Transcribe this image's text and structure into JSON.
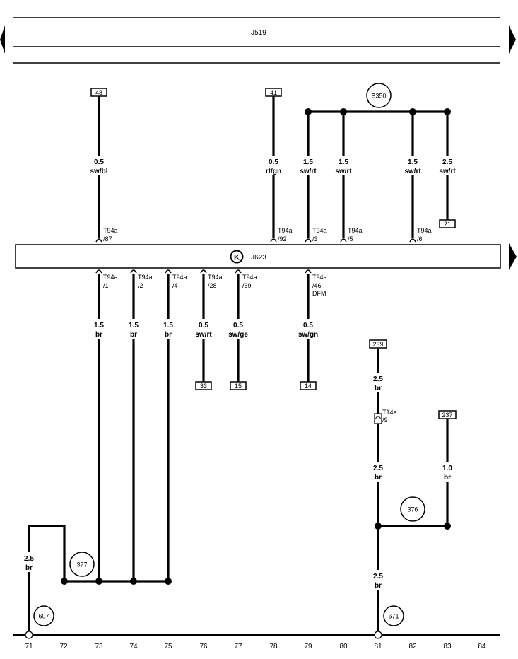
{
  "components": {
    "j519": "J519",
    "j623": "J623",
    "k_symbol": "K"
  },
  "wires": [
    {
      "id": "w48",
      "size": "0.5",
      "color": "sw/bl"
    },
    {
      "id": "w41",
      "size": "0.5",
      "color": "rt/gn"
    },
    {
      "id": "w3",
      "size": "1.5",
      "color": "sw/rt"
    },
    {
      "id": "w5",
      "size": "1.5",
      "color": "sw/rt"
    },
    {
      "id": "w6",
      "size": "1.5",
      "color": "sw/rt"
    },
    {
      "id": "w21",
      "size": "2.5",
      "color": "sw/rt"
    },
    {
      "id": "w1",
      "size": "1.5",
      "color": "br"
    },
    {
      "id": "w2",
      "size": "1.5",
      "color": "br"
    },
    {
      "id": "w4",
      "size": "1.5",
      "color": "br"
    },
    {
      "id": "w28",
      "size": "0.5",
      "color": "sw/rt"
    },
    {
      "id": "w69",
      "size": "0.5",
      "color": "sw/ge"
    },
    {
      "id": "w46",
      "size": "0.5",
      "color": "sw/gn"
    },
    {
      "id": "w239",
      "size": "2.5",
      "color": "br"
    },
    {
      "id": "w9",
      "size": "2.5",
      "color": "br"
    },
    {
      "id": "w237",
      "size": "1.0",
      "color": "br"
    },
    {
      "id": "w81",
      "size": "2.5",
      "color": "br"
    },
    {
      "id": "w71",
      "size": "2.5",
      "color": "br"
    }
  ],
  "pins": [
    {
      "id": "p87",
      "conn": "T94a",
      "pin": "/87"
    },
    {
      "id": "p92",
      "conn": "T94a",
      "pin": "/92"
    },
    {
      "id": "p3",
      "conn": "T94a",
      "pin": "/3"
    },
    {
      "id": "p5",
      "conn": "T94a",
      "pin": "/5"
    },
    {
      "id": "p6",
      "conn": "T94a",
      "pin": "/6"
    },
    {
      "id": "p1",
      "conn": "T94a",
      "pin": "/1"
    },
    {
      "id": "p2",
      "conn": "T94a",
      "pin": "/2"
    },
    {
      "id": "p4",
      "conn": "T94a",
      "pin": "/4"
    },
    {
      "id": "p28",
      "conn": "T94a",
      "pin": "/28"
    },
    {
      "id": "p69",
      "conn": "T94a",
      "pin": "/69"
    },
    {
      "id": "p46",
      "conn": "T94a",
      "pin": "/46",
      "extra": "DFM"
    },
    {
      "id": "p9",
      "conn": "T14a",
      "pin": "/9"
    }
  ],
  "terminals": [
    "48",
    "41",
    "21",
    "33",
    "15",
    "14",
    "239",
    "237"
  ],
  "circles": [
    "B350",
    "376",
    "377",
    "607",
    "671"
  ],
  "track_numbers": [
    "71",
    "72",
    "73",
    "74",
    "75",
    "76",
    "77",
    "78",
    "79",
    "80",
    "81",
    "82",
    "83",
    "84"
  ]
}
